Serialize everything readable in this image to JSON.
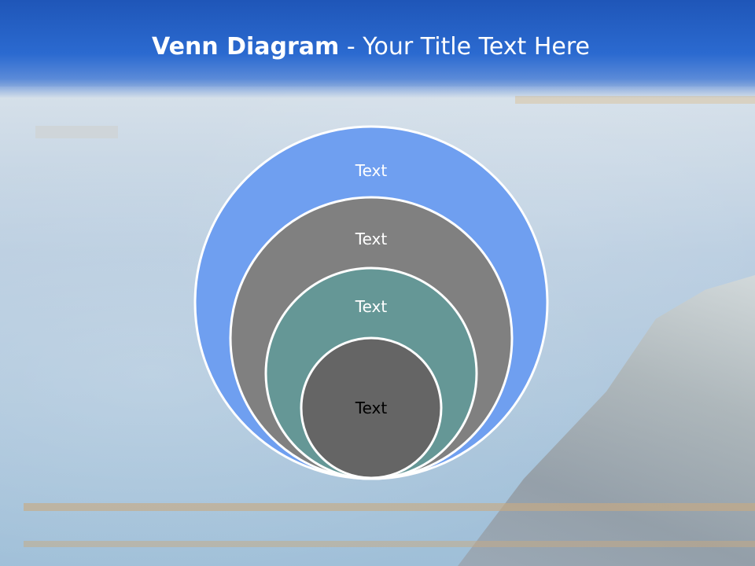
{
  "slide": {
    "title_bold": "Venn Diagram",
    "title_rest": " - Your Title Text Here"
  },
  "diagram": {
    "circles": [
      {
        "label": "Text",
        "fill": "#6f9ff0",
        "text_color": "#ffffff"
      },
      {
        "label": "Text",
        "fill": "#808080",
        "text_color": "#ffffff"
      },
      {
        "label": "Text",
        "fill": "#659796",
        "text_color": "#ffffff"
      },
      {
        "label": "Text",
        "fill": "#656565",
        "text_color": "#000000"
      }
    ]
  }
}
